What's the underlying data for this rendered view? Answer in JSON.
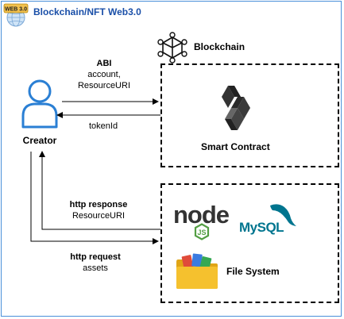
{
  "header": {
    "badge_text": "WEB 3.0",
    "title": "Blockchain/NFT Web3.0"
  },
  "blockchain": {
    "title": "Blockchain",
    "icon": "cube-network-icon"
  },
  "smart_contract": {
    "label": "Smart Contract",
    "icon": "solidity-logo-icon"
  },
  "file_system_box": {
    "label": "File System",
    "icons": [
      "nodejs-logo-icon",
      "mysql-logo-icon",
      "folder-icon"
    ],
    "nodejs_logo_text": "node",
    "nodejs_badge_text": "JS",
    "mysql_logo_text": "MySQL"
  },
  "creator": {
    "label": "Creator",
    "icon": "user-icon"
  },
  "edges": {
    "abi_title": "ABI",
    "abi_line1": "account,",
    "abi_line2": "ResourceURI",
    "token_label": "tokenId",
    "http_response_title": "http response",
    "http_response_body": "ResourceURI",
    "http_request_title": "http request",
    "http_request_body": "assets"
  },
  "colors": {
    "frame_border": "#4a90d9",
    "title_text": "#1a4fa8",
    "user_icon": "#2a7fd4",
    "node_green": "#539e43",
    "mysql_blue": "#00758f",
    "mysql_orange": "#f29111",
    "folder_yellow": "#f5c12e"
  }
}
